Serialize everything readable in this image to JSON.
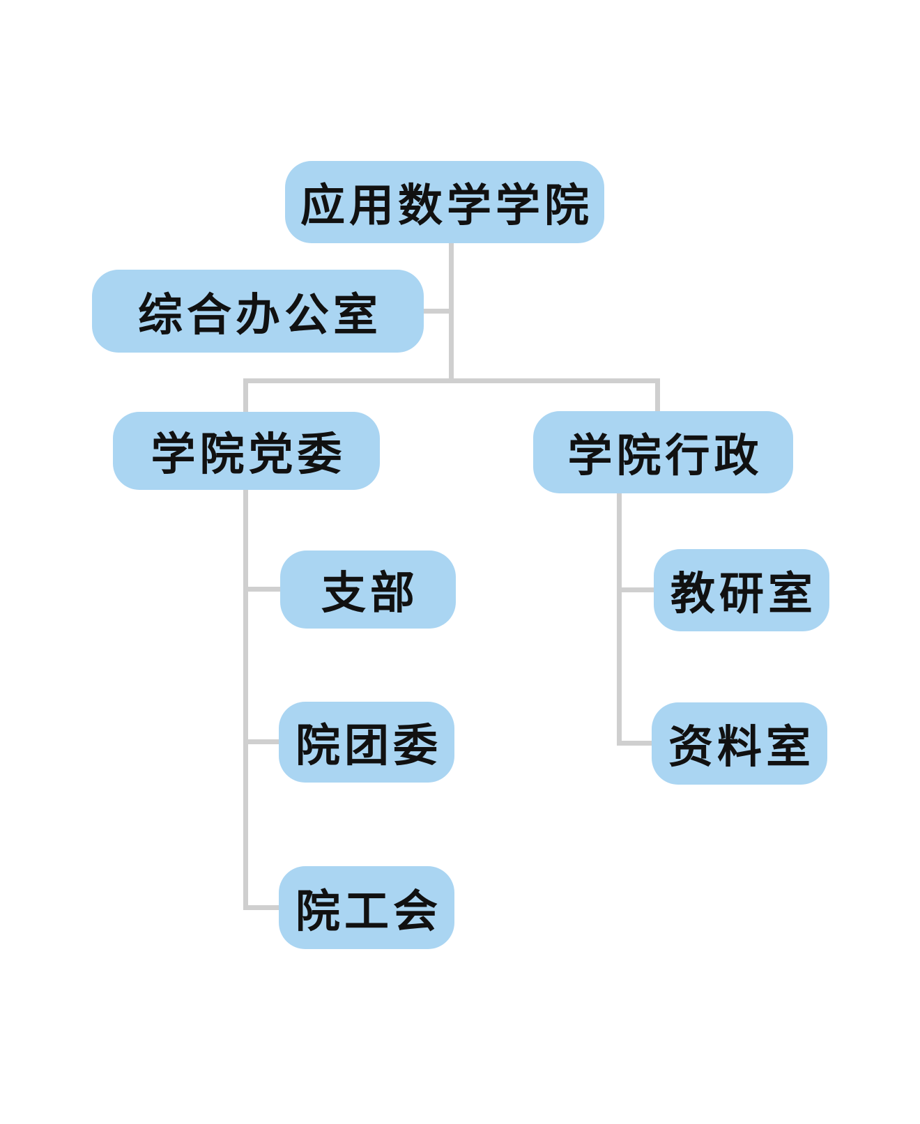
{
  "diagram": {
    "type": "org-chart",
    "root_label": "应用数学学院",
    "nodes": {
      "root": {
        "label": "应用数学学院",
        "level": 0
      },
      "office": {
        "label": "综合办公室",
        "level": 1,
        "role": "staff-office-of-root"
      },
      "party": {
        "label": "学院党委",
        "level": 1
      },
      "admin": {
        "label": "学院行政",
        "level": 1
      },
      "branch": {
        "label": "支部",
        "level": 2,
        "parent": "学院党委"
      },
      "youth": {
        "label": "院团委",
        "level": 2,
        "parent": "学院党委"
      },
      "union": {
        "label": "院工会",
        "level": 2,
        "parent": "学院党委"
      },
      "teaching": {
        "label": "教研室",
        "level": 2,
        "parent": "学院行政"
      },
      "reference": {
        "label": "资料室",
        "level": 2,
        "parent": "学院行政"
      }
    },
    "edges": [
      {
        "from": "应用数学学院",
        "to": "综合办公室"
      },
      {
        "from": "应用数学学院",
        "to": "学院党委"
      },
      {
        "from": "应用数学学院",
        "to": "学院行政"
      },
      {
        "from": "学院党委",
        "to": "支部"
      },
      {
        "from": "学院党委",
        "to": "院团委"
      },
      {
        "from": "学院党委",
        "to": "院工会"
      },
      {
        "from": "学院行政",
        "to": "教研室"
      },
      {
        "from": "学院行政",
        "to": "资料室"
      }
    ],
    "colors": {
      "node_fill": "#aad5f2",
      "connector": "#cfcfcf",
      "text": "#111111",
      "background": "#ffffff"
    }
  }
}
